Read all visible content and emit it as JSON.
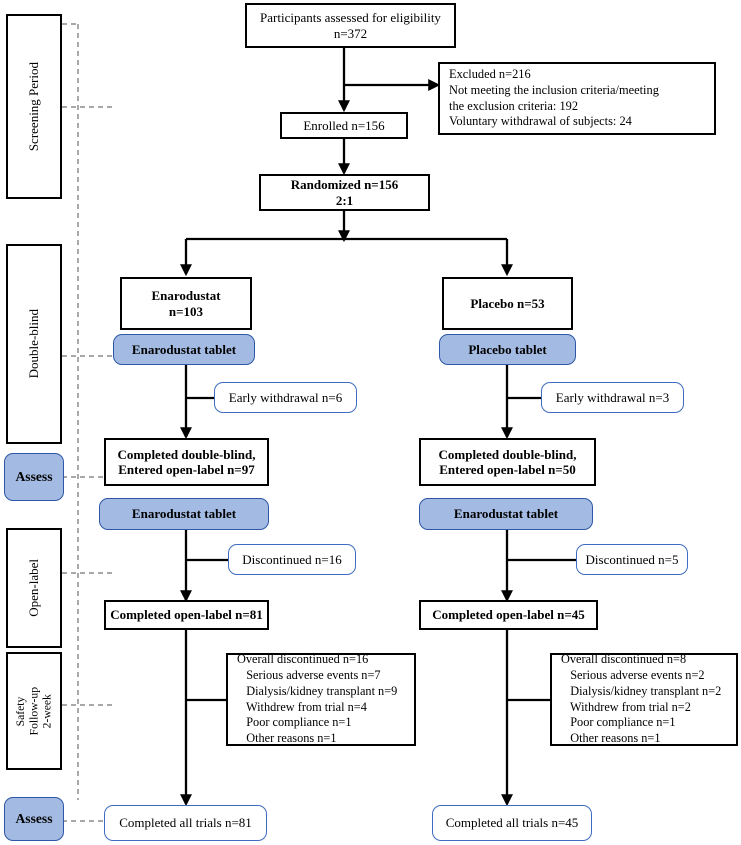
{
  "diagram": {
    "type": "flowchart",
    "title": "CONSORT participant flow diagram",
    "colors": {
      "fill_blue": "#a3bbe3",
      "border_blue": "#3f6cc0",
      "border_black": "#000000",
      "dashed_gray": "#9c9c9c"
    },
    "phases": [
      {
        "name": "phase-screening-period",
        "label": "Screening Period",
        "style": "black-outline"
      },
      {
        "name": "phase-double-blind",
        "label": "Double-blind",
        "style": "black-outline"
      },
      {
        "name": "phase-assess-1",
        "label": "Assess",
        "style": "blue-filled"
      },
      {
        "name": "phase-open-label",
        "label": "Open-label",
        "style": "black-outline"
      },
      {
        "name": "phase-safety-followup",
        "label": "Safety\nFollow-up\n2-week",
        "style": "black-outline"
      },
      {
        "name": "phase-assess-2",
        "label": "Assess",
        "style": "blue-filled"
      }
    ],
    "nodes": {
      "assessed": "Participants assessed for eligibility\nn=372",
      "excluded": "Excluded n=216\nNot meeting the inclusion criteria/meeting\nthe exclusion criteria: 192\nVoluntary withdrawal of subjects: 24",
      "enrolled": "Enrolled n=156",
      "randomized": "Randomized n=156\n2:1",
      "arm_enarodustat": "Enarodustat\nn=103",
      "arm_placebo": "Placebo n=53",
      "treat_db_left": "Enarodustat tablet",
      "treat_db_right": "Placebo tablet",
      "early_withdrawal_left": "Early withdrawal n=6",
      "early_withdrawal_right": "Early withdrawal n=3",
      "completed_db_left": "Completed double-blind,\nEntered open-label n=97",
      "completed_db_right": "Completed double-blind,\nEntered open-label n=50",
      "treat_ol_left": "Enarodustat tablet",
      "treat_ol_right": "Enarodustat tablet",
      "discontinued_left": "Discontinued n=16",
      "discontinued_right": "Discontinued n=5",
      "completed_ol_left": "Completed open-label n=81",
      "completed_ol_right": "Completed open-label n=45",
      "overall_left": "Overall discontinued n=16\n   Serious adverse events n=7\n   Dialysis/kidney transplant n=9\n   Withdrew from trial n=4\n   Poor compliance n=1\n   Other reasons n=1",
      "overall_right": "Overall discontinued n=8\n   Serious adverse events n=2\n   Dialysis/kidney transplant n=2\n   Withdrew from trial n=2\n   Poor compliance n=1\n   Other reasons n=1",
      "completed_all_left": "Completed all trials n=81",
      "completed_all_right": "Completed all trials n=45"
    }
  }
}
